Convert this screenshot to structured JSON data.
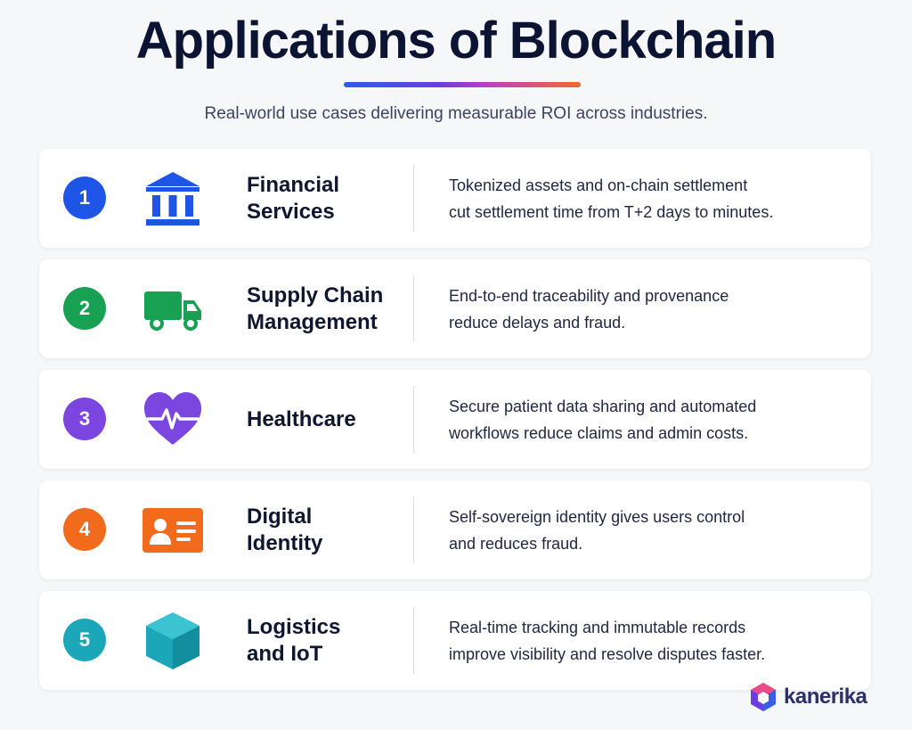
{
  "header": {
    "title": "Applications of Blockchain",
    "subtitle": "Real-world use cases delivering measurable ROI across industries."
  },
  "items": [
    {
      "number": "1",
      "name": "Financial\nServices",
      "description": "Tokenized assets and on-chain settlement\ncut settlement time from T+2 days to minutes.",
      "color": "#1f55e6",
      "icon": "bank-icon"
    },
    {
      "number": "2",
      "name": "Supply Chain\nManagement",
      "description": "End-to-end traceability and provenance\nreduce delays and fraud.",
      "color": "#18a152",
      "icon": "truck-icon"
    },
    {
      "number": "3",
      "name": "Healthcare",
      "description": "Secure patient data sharing and automated\nworkflows reduce claims and admin costs.",
      "color": "#7b45e0",
      "icon": "heartbeat-icon"
    },
    {
      "number": "4",
      "name": "Digital\nIdentity",
      "description": "Self-sovereign identity gives users control\nand reduces fraud.",
      "color": "#f26a1b",
      "icon": "id-card-icon"
    },
    {
      "number": "5",
      "name": "Logistics\nand IoT",
      "description": "Real-time tracking and immutable records\nimprove visibility and resolve disputes faster.",
      "color": "#1ba7b8",
      "icon": "cube-icon"
    }
  ],
  "brand": {
    "name": "kanerika",
    "icon": "kanerika-logo-icon"
  }
}
